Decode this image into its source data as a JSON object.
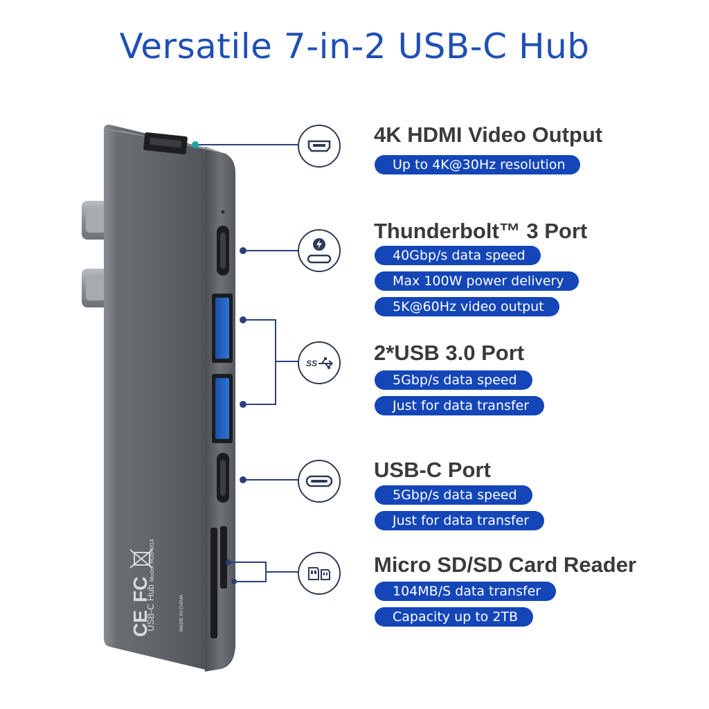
{
  "page": {
    "title": "Versatile 7-in-2 USB-C Hub"
  },
  "device": {
    "label_line1": "USB-C Hub",
    "label_line2": "Model: HUB-M14",
    "label_line3": "MADE IN CHINA"
  },
  "features": [
    {
      "icon": "hdmi-icon",
      "title": "4K HDMI Video Output",
      "specs": [
        "Up to 4K@30Hz resolution"
      ]
    },
    {
      "icon": "thunderbolt-icon",
      "title": "Thunderbolt™ 3 Port",
      "specs": [
        "40Gbp/s data speed",
        "Max 100W power delivery",
        "5K@60Hz video output"
      ]
    },
    {
      "icon": "usb-ss-icon",
      "title": "2*USB 3.0 Port",
      "specs": [
        "5Gbp/s data speed",
        "Just for data transfer"
      ]
    },
    {
      "icon": "usb-c-icon",
      "title": "USB-C Port",
      "specs": [
        "5Gbp/s data speed",
        "Just for data transfer"
      ]
    },
    {
      "icon": "sd-card-icon",
      "title": "Micro SD/SD Card Reader",
      "specs": [
        "104MB/S data transfer",
        "Capacity up to 2TB"
      ]
    }
  ],
  "colors": {
    "accent_blue": "#1446b8",
    "title_blue": "#1f4fb5",
    "connector_line": "#2a3f7a",
    "hdmi_dot": "#1aa6a0",
    "device_gray": "#5a5d63"
  }
}
